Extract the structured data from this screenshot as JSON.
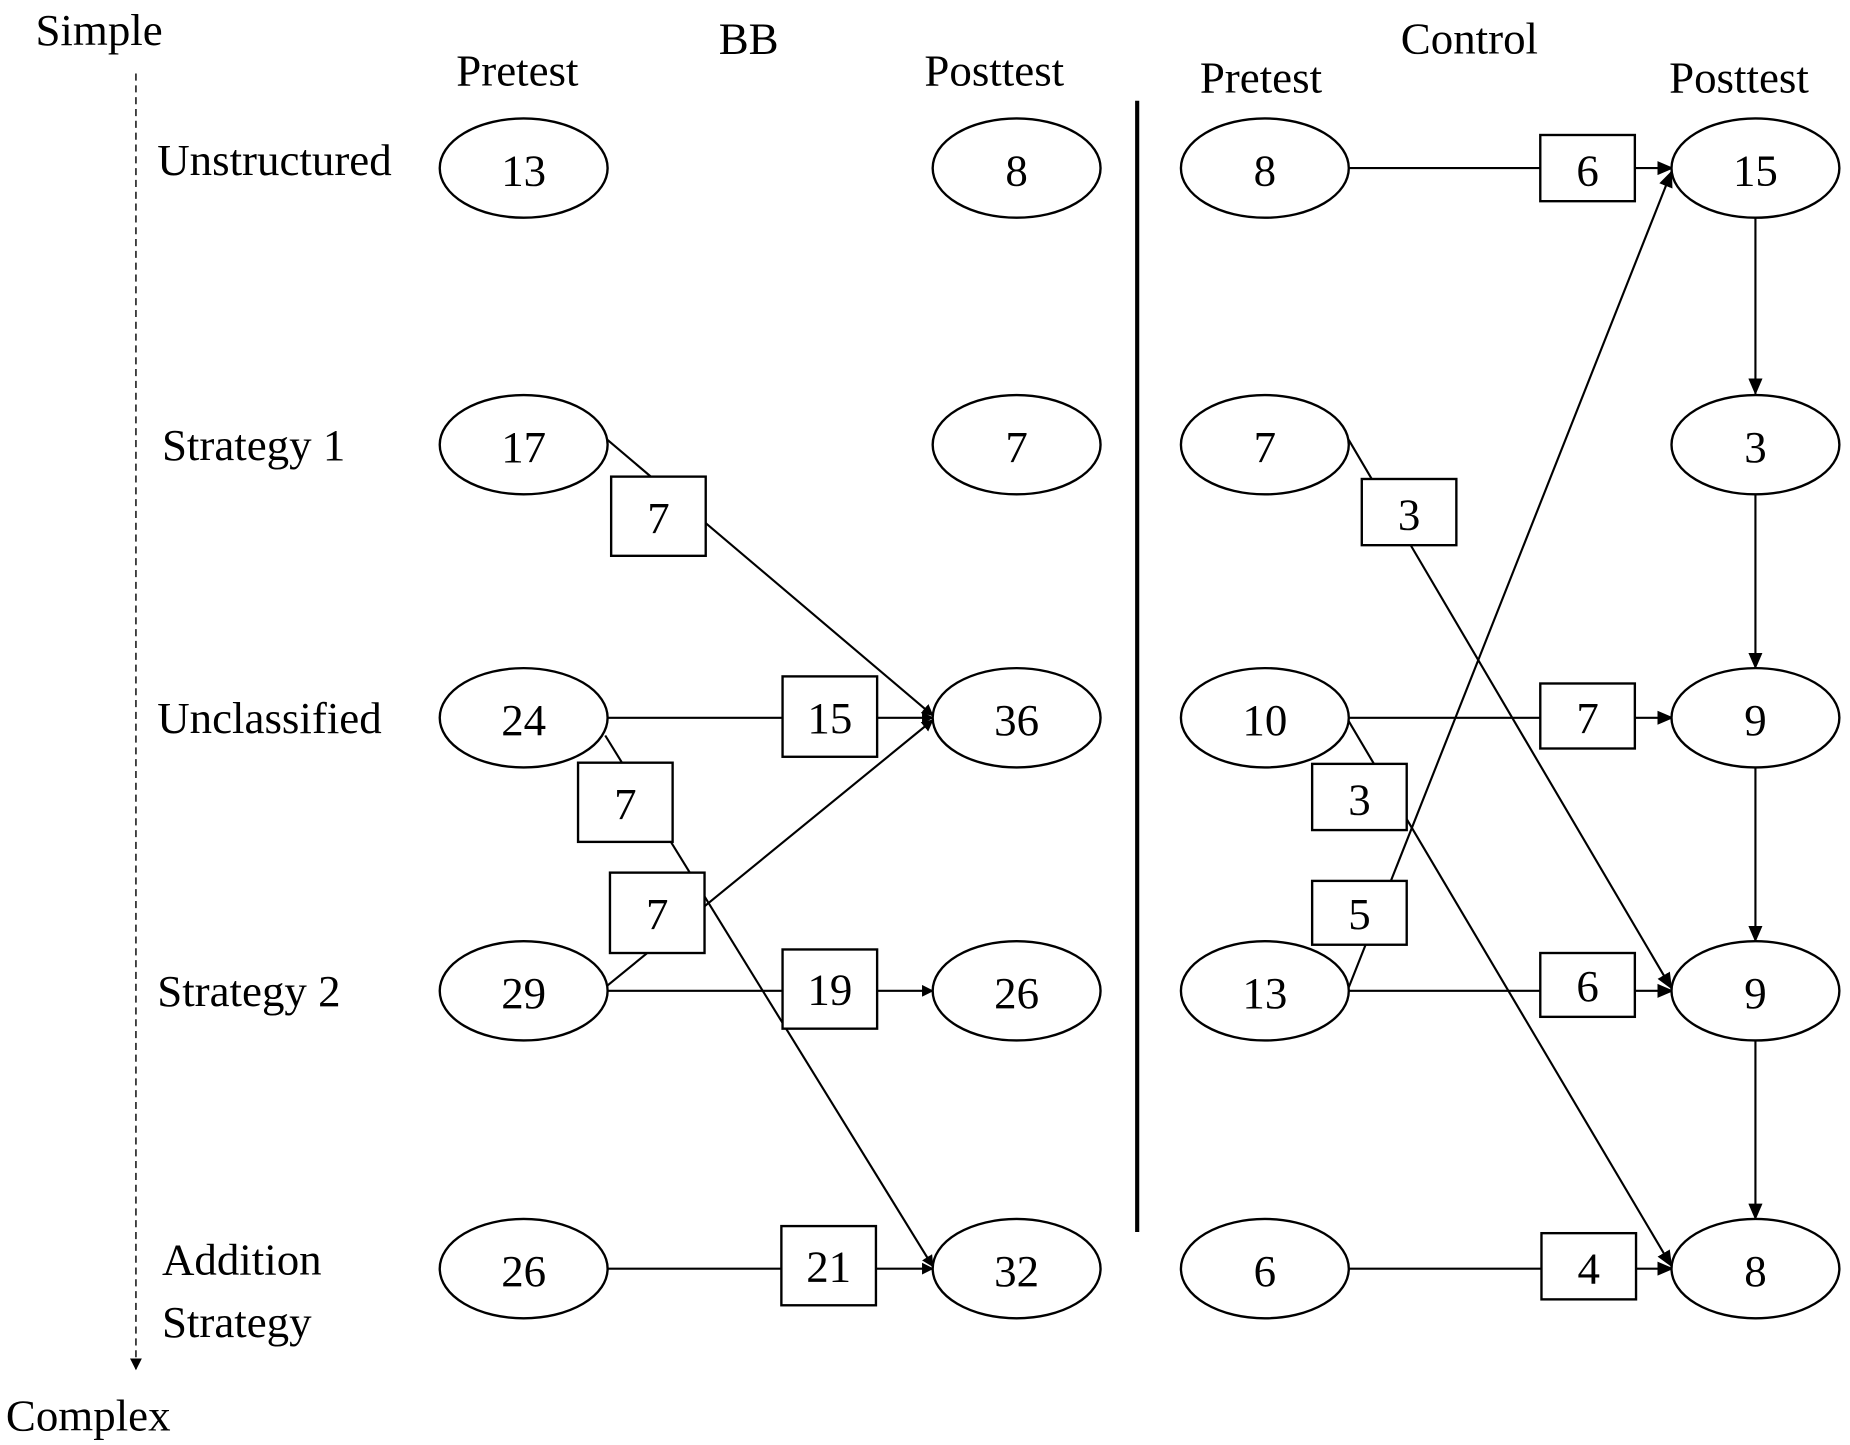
{
  "axis": {
    "top": "Simple",
    "bottom": "Complex"
  },
  "groups": {
    "bb": "BB",
    "control": "Control"
  },
  "columns": {
    "bb_pre": "Pretest",
    "bb_post": "Posttest",
    "ctrl_pre": "Pretest",
    "ctrl_post": "Posttest"
  },
  "rows": [
    "Unstructured",
    "Strategy 1",
    "Unclassified",
    "Strategy 2",
    "Addition",
    "Strategy"
  ],
  "bb": {
    "pretest": [
      "13",
      "17",
      "24",
      "29",
      "26"
    ],
    "posttest": [
      "8",
      "7",
      "36",
      "26",
      "32"
    ],
    "transitions": [
      {
        "from": "Strategy 1",
        "to": "Unclassified",
        "count": "7"
      },
      {
        "from": "Unclassified",
        "to": "Unclassified",
        "count": "15"
      },
      {
        "from": "Unclassified",
        "to": "Addition Strategy",
        "count": "7"
      },
      {
        "from": "Strategy 2",
        "to": "Unclassified",
        "count": "7"
      },
      {
        "from": "Strategy 2",
        "to": "Strategy 2",
        "count": "19"
      },
      {
        "from": "Addition Strategy",
        "to": "Addition Strategy",
        "count": "21"
      }
    ]
  },
  "control": {
    "pretest": [
      "8",
      "7",
      "10",
      "13",
      "6"
    ],
    "posttest": [
      "15",
      "3",
      "9",
      "9",
      "8"
    ],
    "transitions": [
      {
        "from": "Unstructured",
        "to": "Unstructured",
        "count": "6"
      },
      {
        "from": "Strategy 1",
        "to": "Strategy 2",
        "count": "3"
      },
      {
        "from": "Unclassified",
        "to": "Unclassified",
        "count": "7"
      },
      {
        "from": "Unclassified",
        "to": "Addition Strategy",
        "count": "3"
      },
      {
        "from": "Strategy 2",
        "to": "Unstructured",
        "count": "5"
      },
      {
        "from": "Strategy 2",
        "to": "Strategy 2",
        "count": "6"
      },
      {
        "from": "Addition Strategy",
        "to": "Addition Strategy",
        "count": "4"
      }
    ]
  }
}
